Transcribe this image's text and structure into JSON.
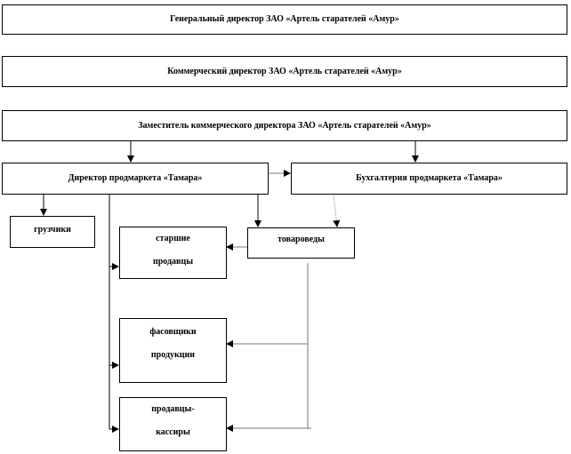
{
  "boxes": {
    "general": "Генеральный директор ЗАО «Артель старателей «Амур»",
    "commercial": "Коммерческий директор ЗАО «Артель старателей «Амур»",
    "deputy": "Заместитель коммерческого директора ЗАО «Артель старателей «Амур»",
    "director": "Директор продмаркета «Тамара»",
    "accounting": "Бухгалтерия  продмаркета «Тамара»",
    "loaders": "грузчики",
    "senior_sellers": [
      "старшие",
      "продавцы"
    ],
    "merchandisers": "товароведы",
    "packers": [
      "фасовщики",
      "продукции"
    ],
    "cashiers": [
      "продавцы-",
      "кассиры"
    ]
  }
}
